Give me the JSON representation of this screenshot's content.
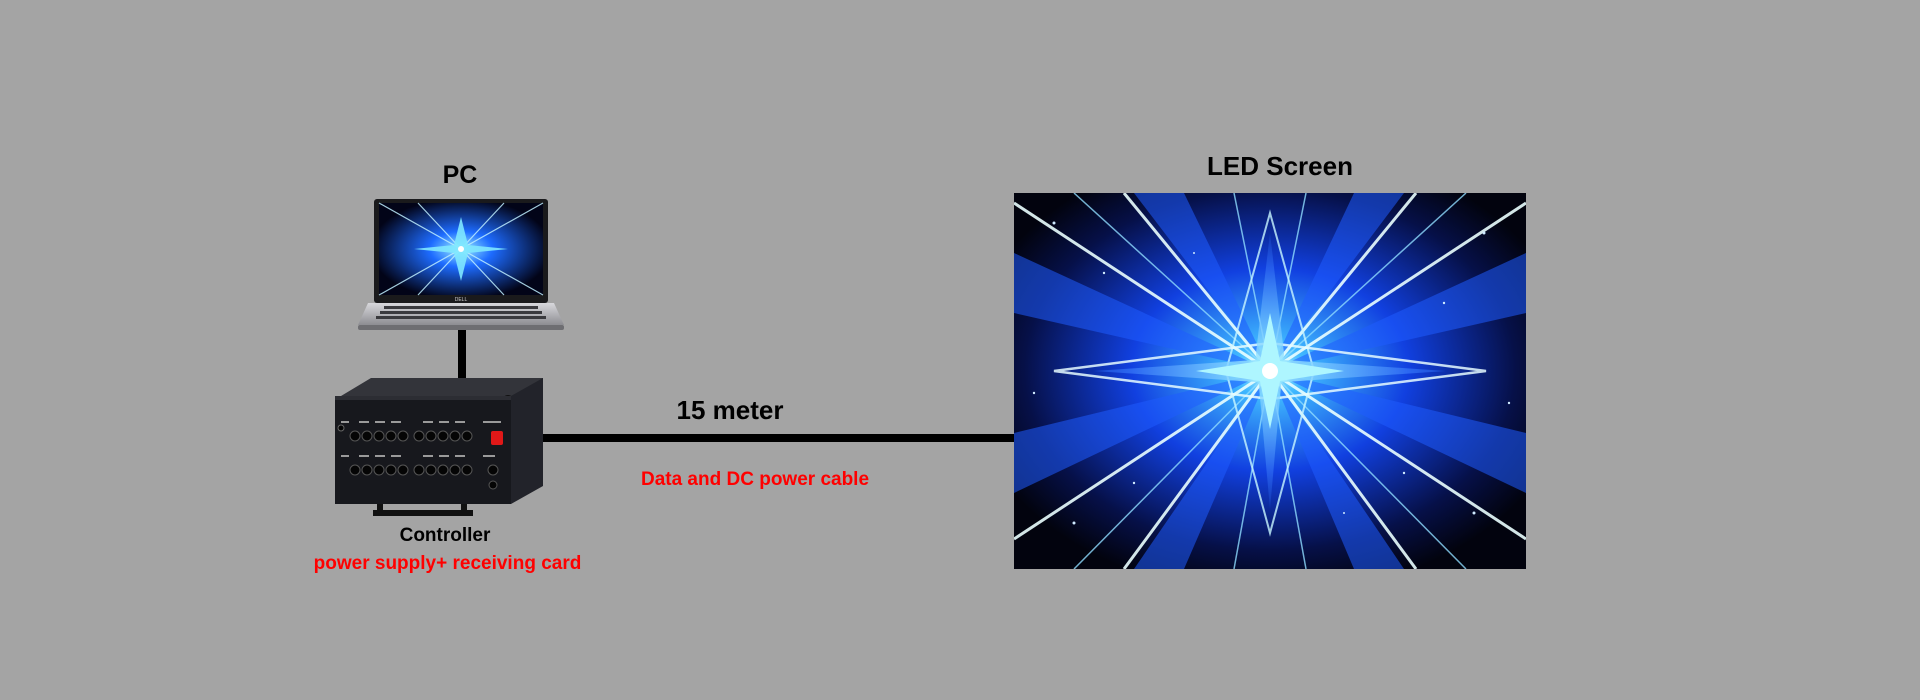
{
  "pc": {
    "label": "PC",
    "brand": "DELL"
  },
  "led_screen": {
    "label": "LED Screen"
  },
  "cable": {
    "length_label": "15 meter",
    "description": "Data and DC power cable"
  },
  "controller": {
    "label": "Controller",
    "description": "power supply+ receiving card"
  },
  "colors": {
    "background": "#a4a4a4",
    "accent_red": "#ff0000",
    "led_blue": "#1a4dff"
  }
}
